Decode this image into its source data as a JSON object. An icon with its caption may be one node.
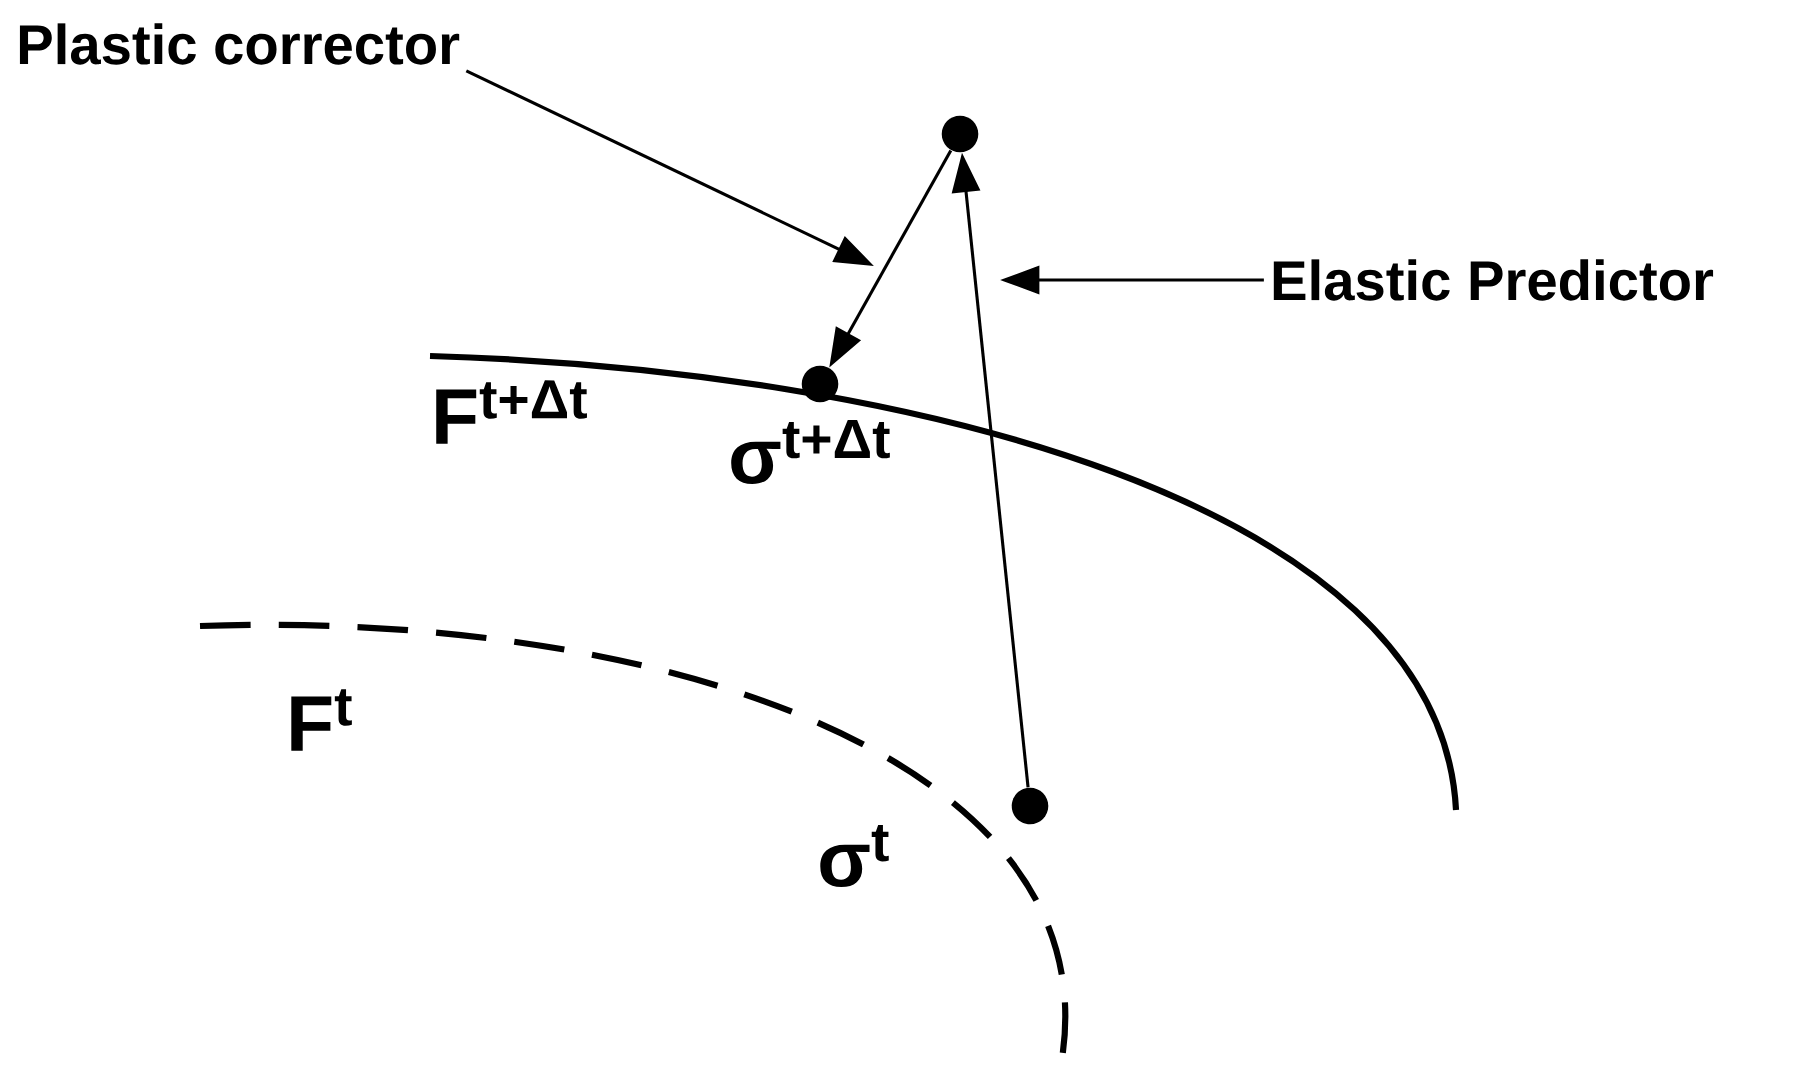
{
  "diagram": {
    "nodes": [
      {
        "text": [
          "Plastic corrector"
        ]
      },
      {
        "text": [],
        "shape": "circle"
      },
      {
        "text": [
          "Elastic Predictor"
        ]
      },
      {
        "text": [],
        "shape": "circle",
        "beside": [
          "σ$^{t+Δt}$"
        ]
      },
      {
        "text": [],
        "shape": "circle",
        "beside": [
          "σ$^{t}$"
        ]
      }
    ],
    "edges": [
      {
        "from": 4,
        "to": 1,
        "arrow": "to"
      },
      {
        "from": 1,
        "to": 3,
        "arrow": "to"
      },
      {
        "from": 0,
        "to": null,
        "arrow": "to"
      },
      {
        "from": 2,
        "to": null,
        "arrow": "to"
      }
    ],
    "labels": [
      "F$^{t+Δt}$",
      "F$^{t}$"
    ]
  }
}
